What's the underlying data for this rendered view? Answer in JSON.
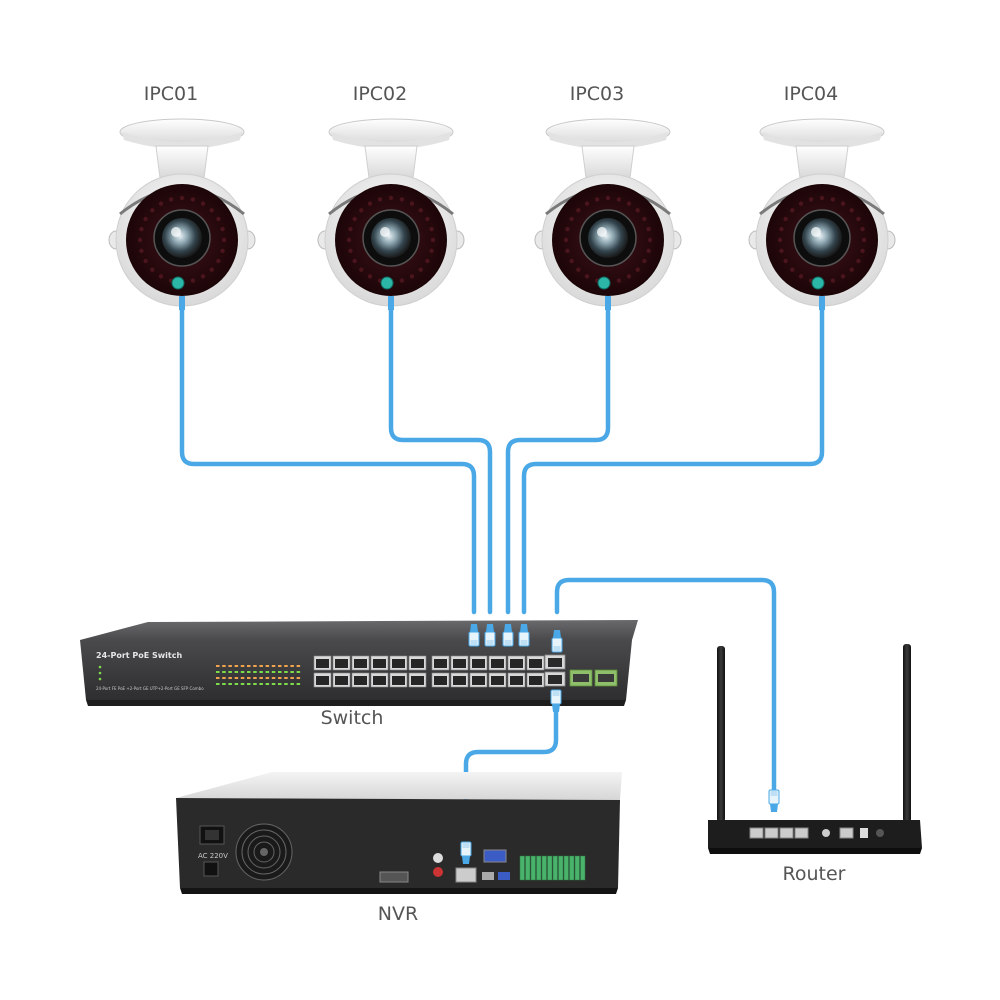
{
  "colors": {
    "cable": "#4aa8e6",
    "camera_body": "#f3f3f3",
    "camera_face": "#2b0c10",
    "switch_body": "#3a3a3c",
    "nvr_panel": "#2c2c2c",
    "router_body": "#1f1f1f",
    "label": "#555555"
  },
  "cameras": [
    {
      "label": "IPC01"
    },
    {
      "label": "IPC02"
    },
    {
      "label": "IPC03"
    },
    {
      "label": "IPC04"
    }
  ],
  "switch": {
    "label": "Switch",
    "front_title": "24-Port PoE Switch",
    "front_subtitle": "24-Port FE PoE +2-Port GE UTP+2-Port GE SFP Combo"
  },
  "nvr": {
    "label": "NVR",
    "power_text": "AC  220V"
  },
  "router": {
    "label": "Router"
  },
  "icons": [
    "camera-icon",
    "switch-icon",
    "nvr-icon",
    "router-icon",
    "rj45-connector-icon"
  ]
}
